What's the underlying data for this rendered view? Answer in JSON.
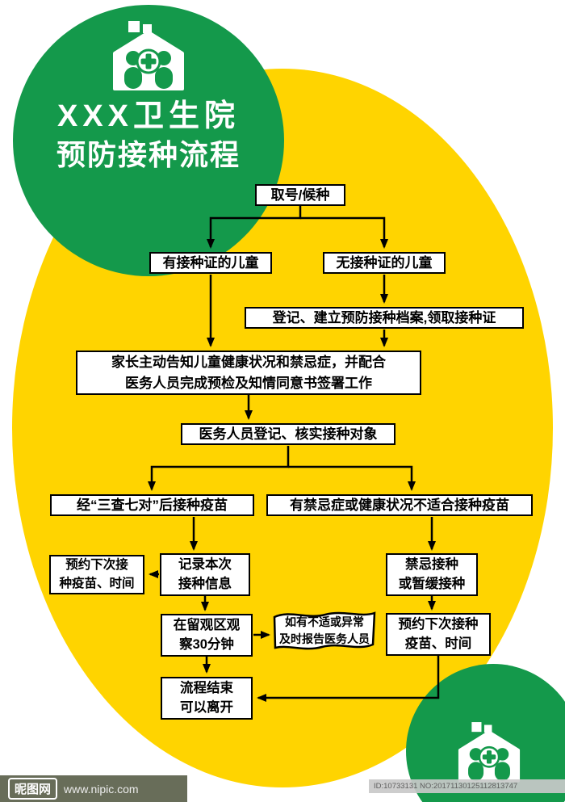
{
  "poster": {
    "title_line1": "XXX卫生院",
    "title_line2": "预防接种流程"
  },
  "flow": {
    "take_number": "取号/候种",
    "with_cert": "有接种证的儿童",
    "without_cert": "无接种证的儿童",
    "register": "登记、建立预防接种档案,领取接种证",
    "parent_inform": "家长主动告知儿童健康状况和禁忌症，并配合\n医务人员完成预检及知情同意书签署工作",
    "staff_verify": "医务人员登记、核实接种对象",
    "vaccinate_after_check": "经“三查七对”后接种疫苗",
    "not_suitable": "有禁忌症或健康状况不适合接种疫苗",
    "record_info": "记录本次\n接种信息",
    "book_next_left": "预约下次接\n种疫苗、时间",
    "forbid_or_delay": "禁忌接种\n或暂缓接种",
    "observe_30min": "在留观区观\n察30分钟",
    "report_abnormal": "如有不适或异常\n及时报告医务人员",
    "book_next_right": "预约下次接种\n疫苗、时间",
    "process_end": "流程结束\n可以离开"
  },
  "footer": {
    "watermark_name": "昵图网",
    "watermark_url": "www.nipic.com",
    "image_id": "ID:10733131 NO:20171130125112813747"
  },
  "colors": {
    "green": "#14994b",
    "yellow": "#ffd400"
  }
}
